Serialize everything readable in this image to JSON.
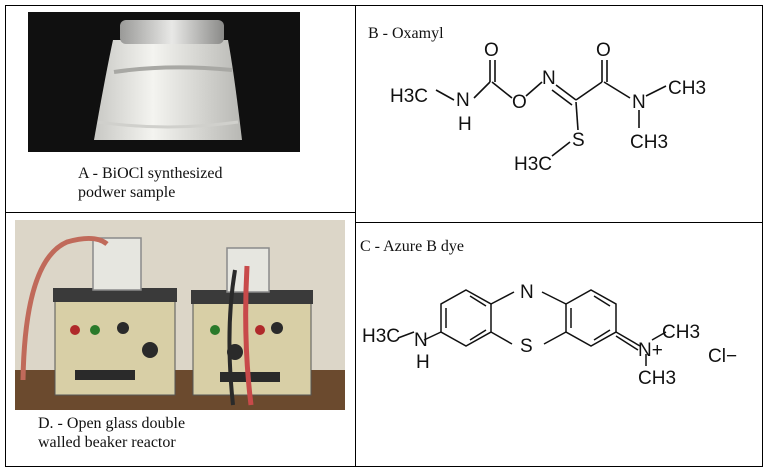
{
  "panels": {
    "a": {
      "caption_line1": "A - BiOCl synthesized",
      "caption_line2": "podwer sample"
    },
    "b": {
      "caption": "B - Oxamyl",
      "atoms": {
        "h3c": "H3C",
        "n1": "N",
        "h": "H",
        "o_top1": "O",
        "o_chain": "O",
        "n_imine": "N",
        "o_top2": "O",
        "n_amide": "N",
        "ch3_right": "CH3",
        "ch3_down": "CH3",
        "s": "S",
        "h3c_s": "H3C"
      }
    },
    "c": {
      "caption": "C - Azure B dye",
      "atoms": {
        "h3c": "H3C",
        "n_left": "N",
        "h": "H",
        "n_ring": "N",
        "s_ring": "S",
        "n_plus": "N+",
        "ch3_right": "CH3",
        "ch3_down": "CH3",
        "counterion": "Cl−"
      }
    },
    "d": {
      "caption_line1": "D. - Open glass double",
      "caption_line2": "walled beaker reactor"
    }
  }
}
